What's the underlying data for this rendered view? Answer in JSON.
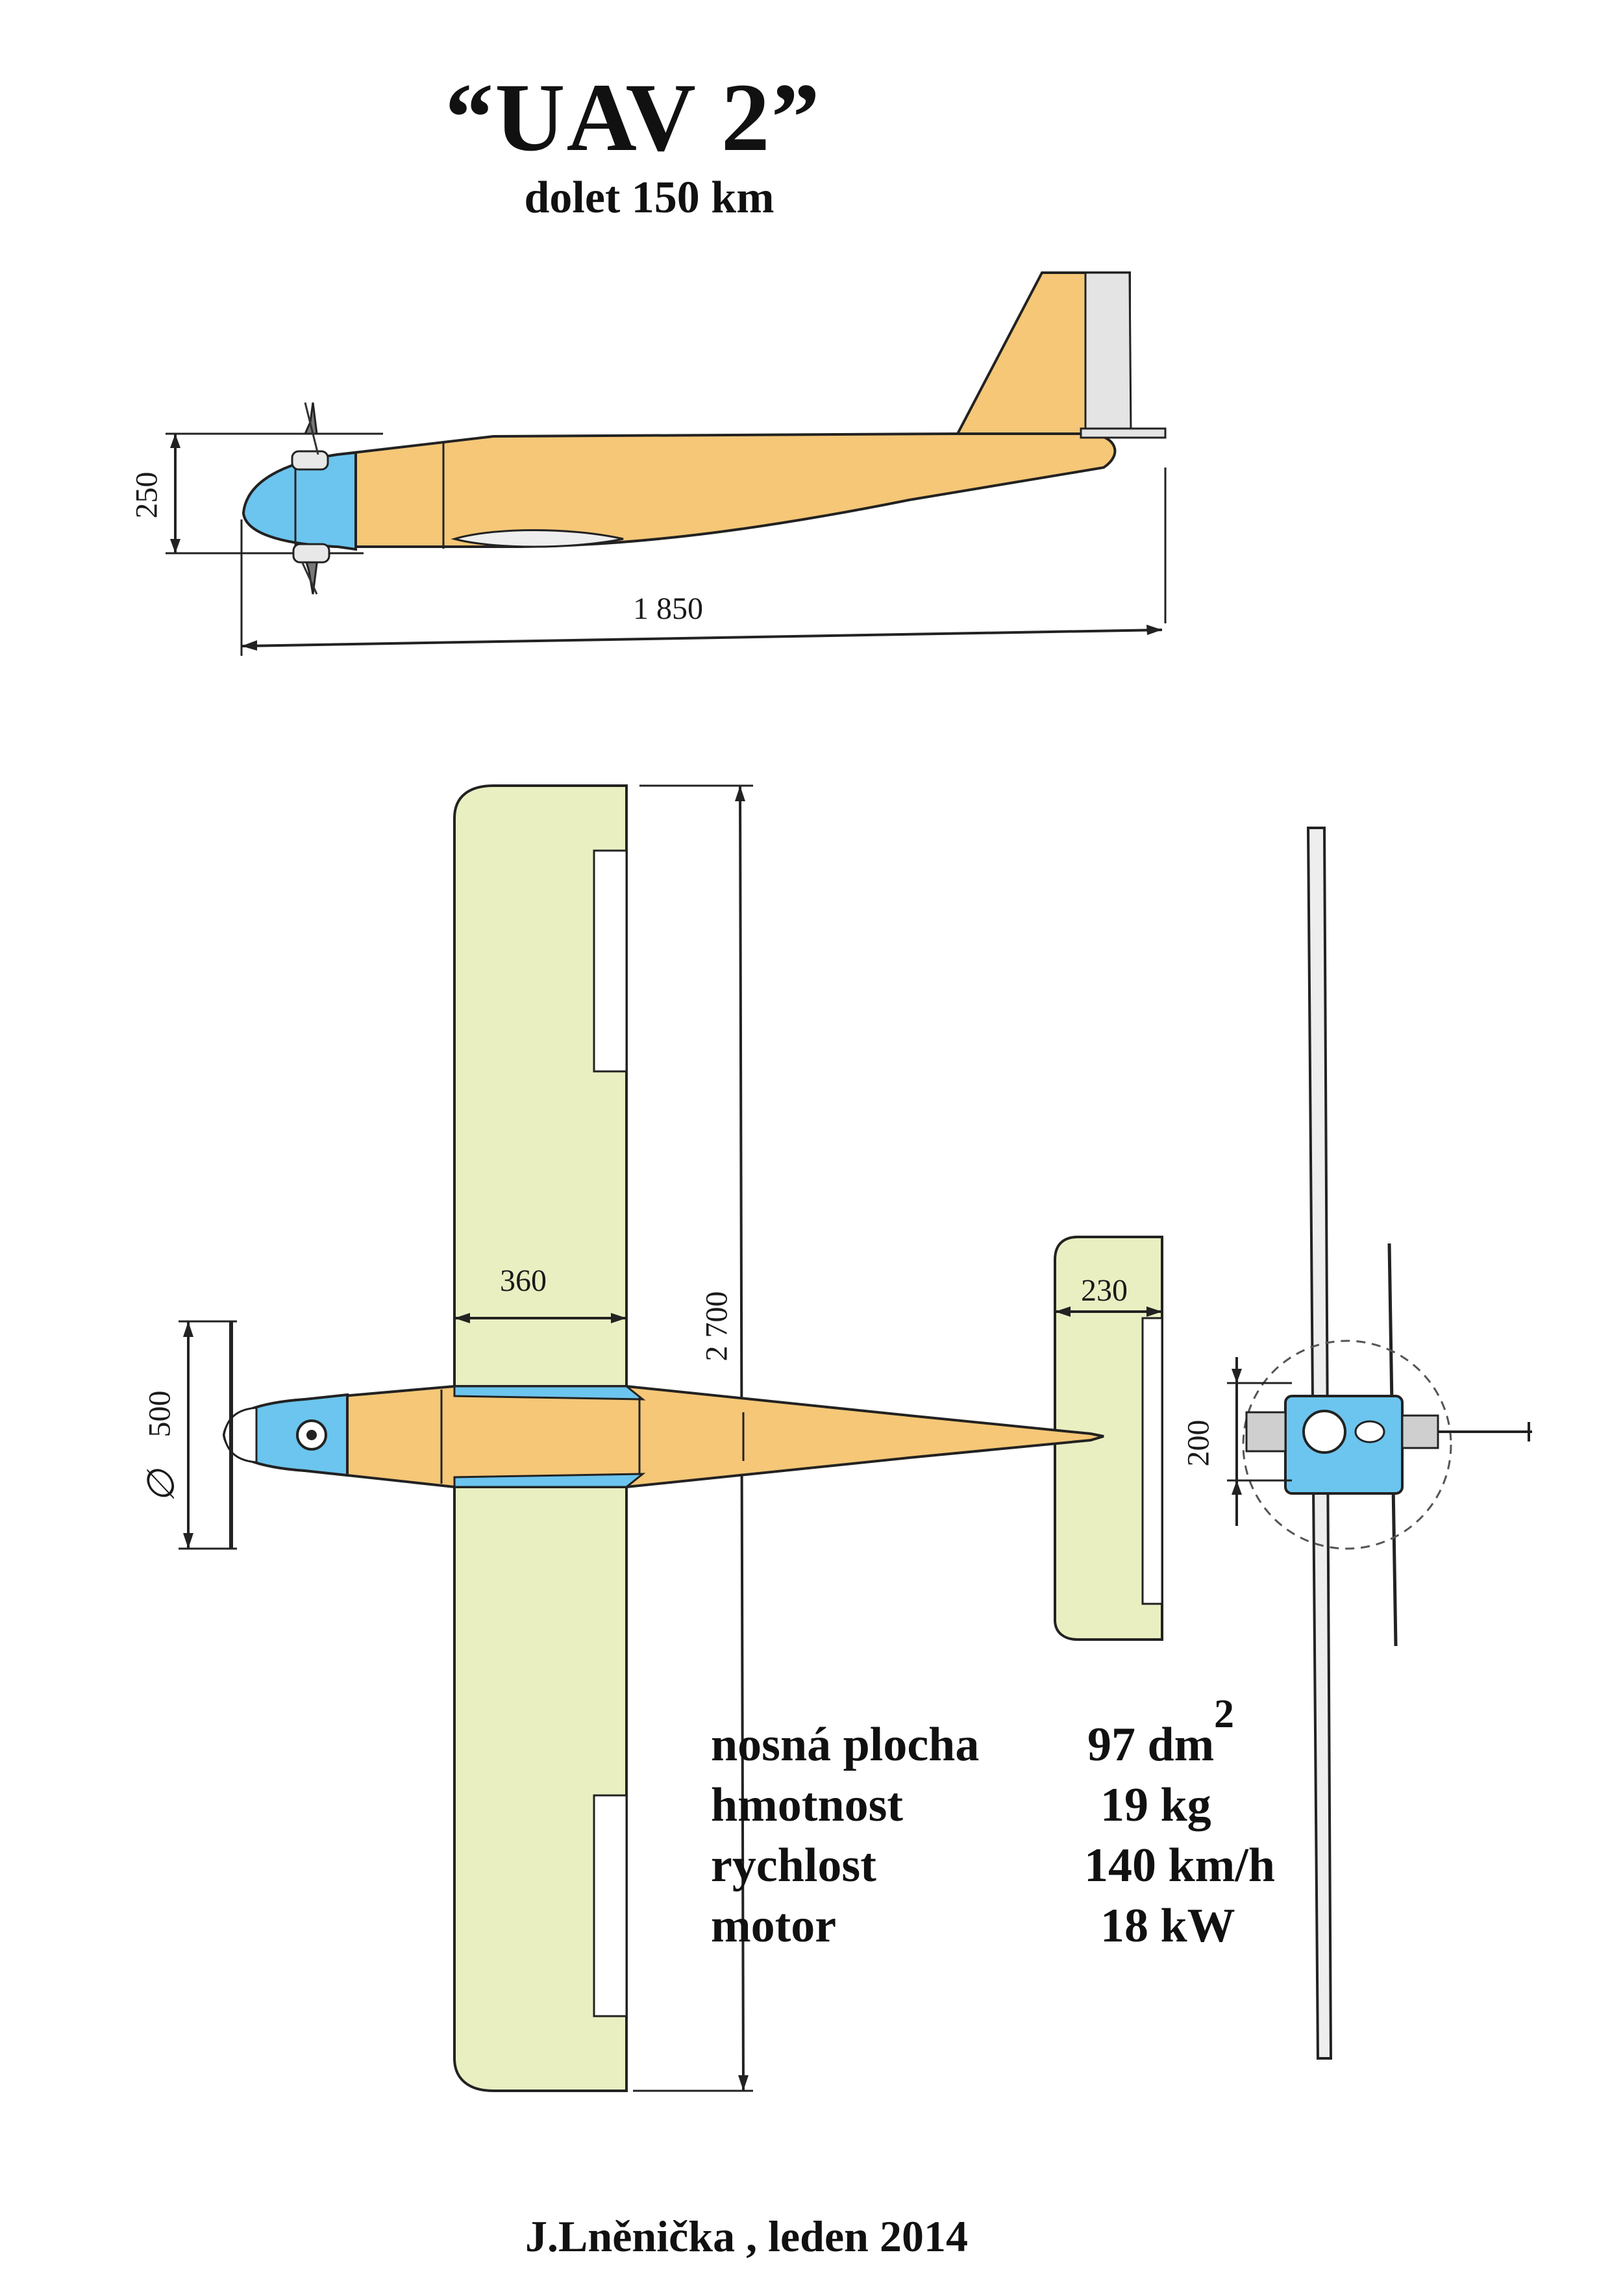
{
  "header": {
    "title": "“UAV 2”",
    "subtitle": "dolet   150 km"
  },
  "dimensions": {
    "fuselage_height": "250",
    "overall_length": "1 850",
    "wing_chord": "360",
    "wingspan": "2 700",
    "tail_chord": "230",
    "prop_diameter_symbol": "∅",
    "prop_diameter": "500",
    "front_height": "200"
  },
  "specs": [
    {
      "label": "nosná  plocha",
      "value": "97 dm",
      "sup": "2"
    },
    {
      "label": "hmotnost",
      "value": "19 kg"
    },
    {
      "label": "rychlost",
      "value": "140 km/h"
    },
    {
      "label": "motor",
      "value": "18 kW"
    }
  ],
  "footer": {
    "author": "J.Lněnička , leden 2014"
  },
  "colors": {
    "fuselage": "#f5c777",
    "nose": "#6cc5ee",
    "wing": "#e9efc1",
    "line": "#1a1a1a"
  }
}
